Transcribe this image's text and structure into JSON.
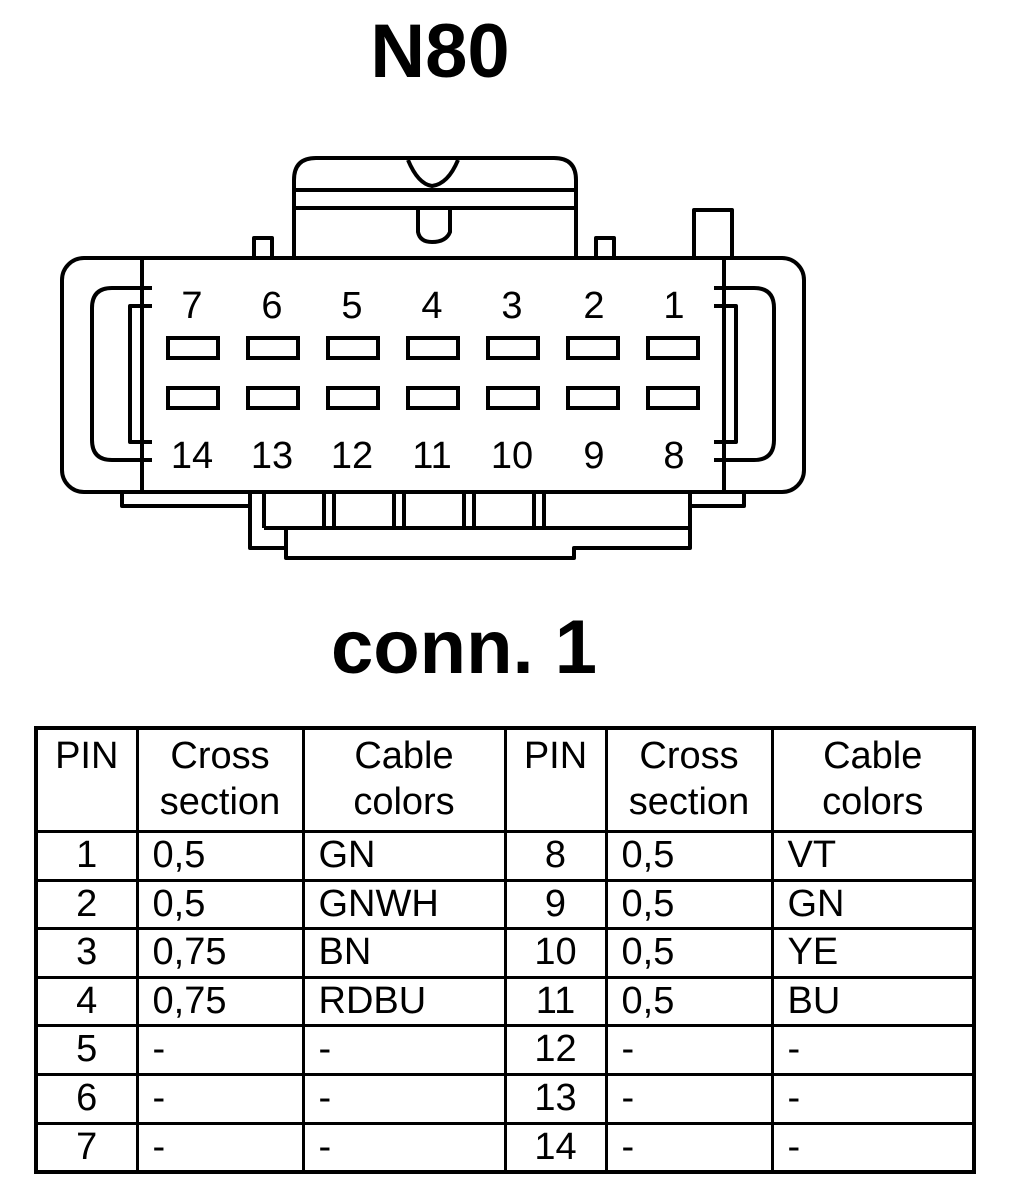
{
  "title": "N80",
  "subtitle": "conn. 1",
  "connector": {
    "top_row_pins": [
      "7",
      "6",
      "5",
      "4",
      "3",
      "2",
      "1"
    ],
    "bottom_row_pins": [
      "14",
      "13",
      "12",
      "11",
      "10",
      "9",
      "8"
    ]
  },
  "table": {
    "headers": [
      "PIN",
      "Cross section",
      "Cable colors",
      "PIN",
      "Cross section",
      "Cable colors"
    ],
    "rows": [
      [
        "1",
        "0,5",
        "GN",
        "8",
        "0,5",
        "VT"
      ],
      [
        "2",
        "0,5",
        "GNWH",
        "9",
        "0,5",
        "GN"
      ],
      [
        "3",
        "0,75",
        "BN",
        "10",
        "0,5",
        "YE"
      ],
      [
        "4",
        "0,75",
        "RDBU",
        "11",
        "0,5",
        "BU"
      ],
      [
        "5",
        "-",
        "-",
        "12",
        "-",
        "-"
      ],
      [
        "6",
        "-",
        "-",
        "13",
        "-",
        "-"
      ],
      [
        "7",
        "-",
        "-",
        "14",
        "-",
        "-"
      ]
    ]
  }
}
